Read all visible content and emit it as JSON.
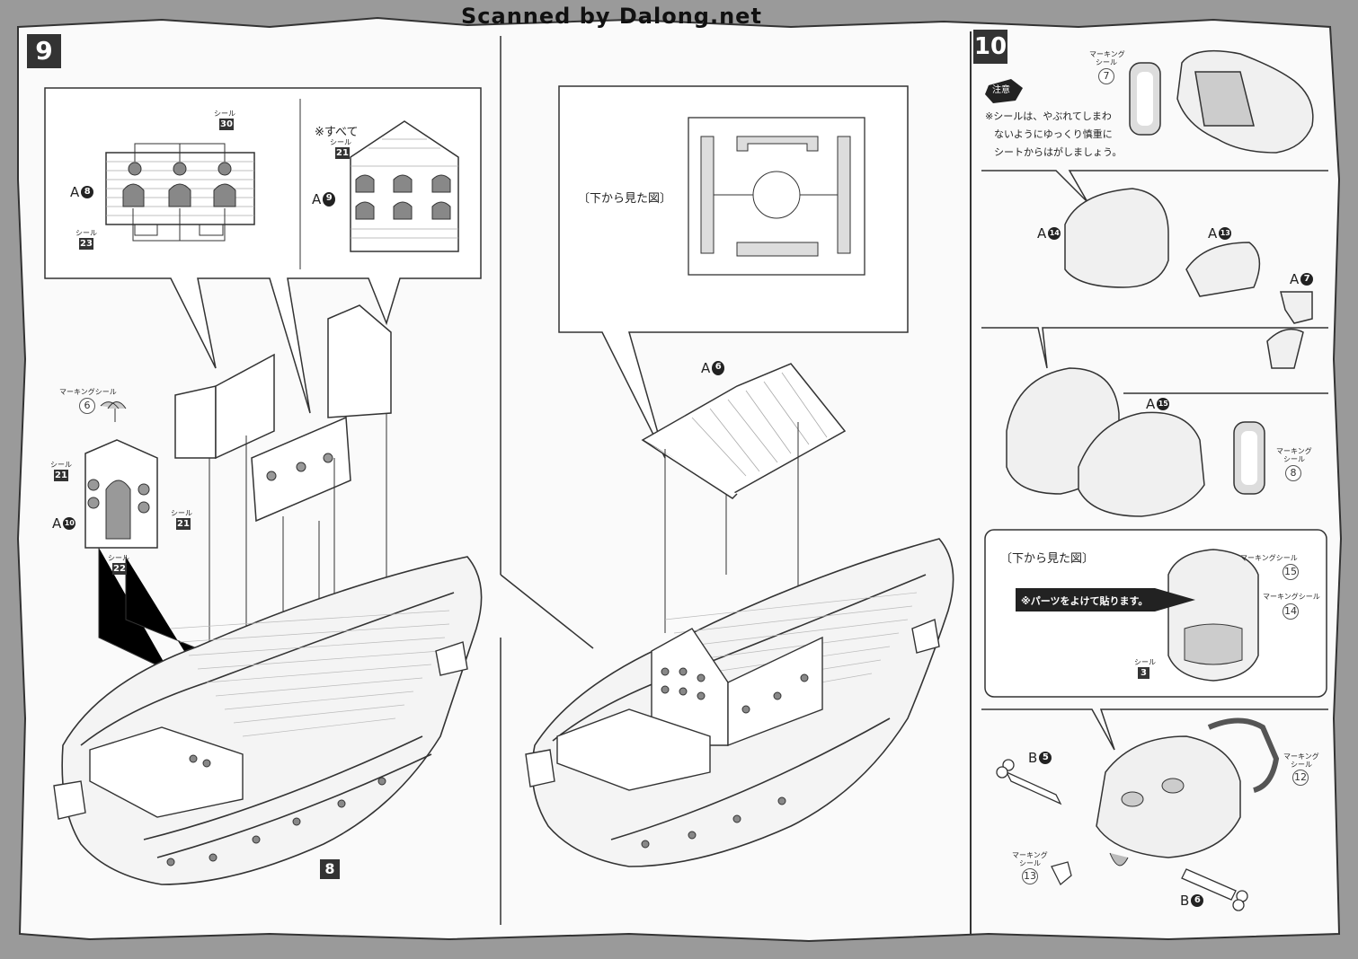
{
  "header": {
    "scan_credit": "Scanned by Dalong.net"
  },
  "step9": {
    "number": "9",
    "seal_label": "シール",
    "all_label": "※すべて",
    "marking_seal": "マーキングシール",
    "parts": {
      "a8": "A",
      "a8n": "8",
      "a9": "A",
      "a9n": "9",
      "a10": "A",
      "a10n": "10"
    },
    "seals": {
      "s30": "30",
      "s23": "23",
      "s21a": "21",
      "s21b": "21",
      "s21c": "21",
      "s22": "22",
      "m6": "6"
    },
    "sub_step": "8",
    "bottom_view": "〔下から見た図〕",
    "a6": "A",
    "a6n": "6"
  },
  "step10": {
    "number": "10",
    "caution_title": "注意",
    "caution_lines": [
      "※シールは、やぶれてしまわ",
      "ないようにゆっくり慎重に",
      "シートからはがしましょう。"
    ],
    "marking_seal": "マーキングシール",
    "marking_top": "マーキング",
    "marking_bottom": "シール",
    "seal_label": "シール",
    "parts": {
      "a14": "A",
      "a14n": "14",
      "a13": "A",
      "a13n": "13",
      "a7": "A",
      "a7n": "7",
      "a15": "A",
      "a15n": "15",
      "b5": "B",
      "b5n": "5",
      "b6": "B",
      "b6n": "6"
    },
    "markings": {
      "m7": "7",
      "m8": "8",
      "m15": "15",
      "m14": "14",
      "m12": "12",
      "m13": "13",
      "s3": "3"
    },
    "bottom_view": "〔下から見た図〕",
    "avoid_note": "※パーツをよけて貼ります。"
  }
}
